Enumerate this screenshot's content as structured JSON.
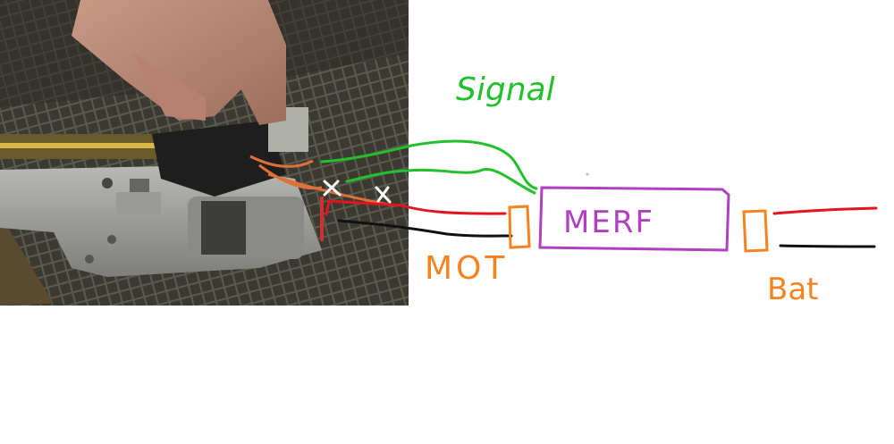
{
  "labels": {
    "signal": "Signal",
    "merf": "MERF",
    "mot": "MOT",
    "bat": "Bat"
  },
  "colors": {
    "signal_wire": "#22c02a",
    "merf_box": "#b03fc2",
    "connector": "#f7821f",
    "positive_wire": "#e4141c",
    "negative_wire": "#111111",
    "cut_mark": "#ffffff"
  }
}
